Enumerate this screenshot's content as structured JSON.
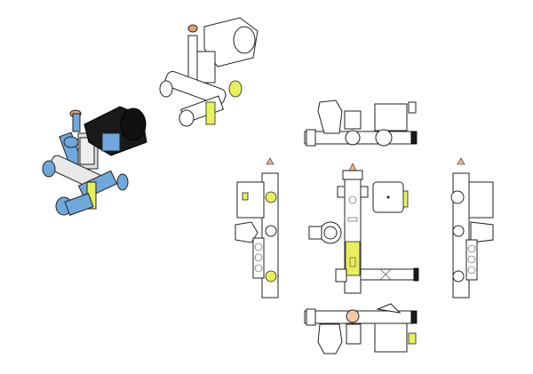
{
  "drawing": {
    "views": [
      "isometric-color",
      "isometric-line",
      "top",
      "left",
      "front",
      "right",
      "bottom"
    ],
    "colors": {
      "line": "#222222",
      "accent_yellow": "#e8ef5a",
      "pipe_blue": "#6fa8dc",
      "pump_black": "#1a1a1a",
      "brass": "#e0a070",
      "background": "#ffffff"
    }
  }
}
